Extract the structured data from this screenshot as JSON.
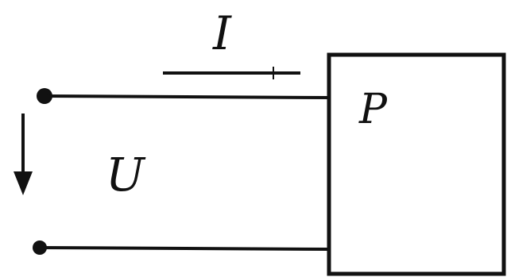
{
  "labels": {
    "current": "I",
    "voltage": "U",
    "power": "P"
  },
  "colors": {
    "ink": "#111111",
    "background": "#ffffff"
  }
}
